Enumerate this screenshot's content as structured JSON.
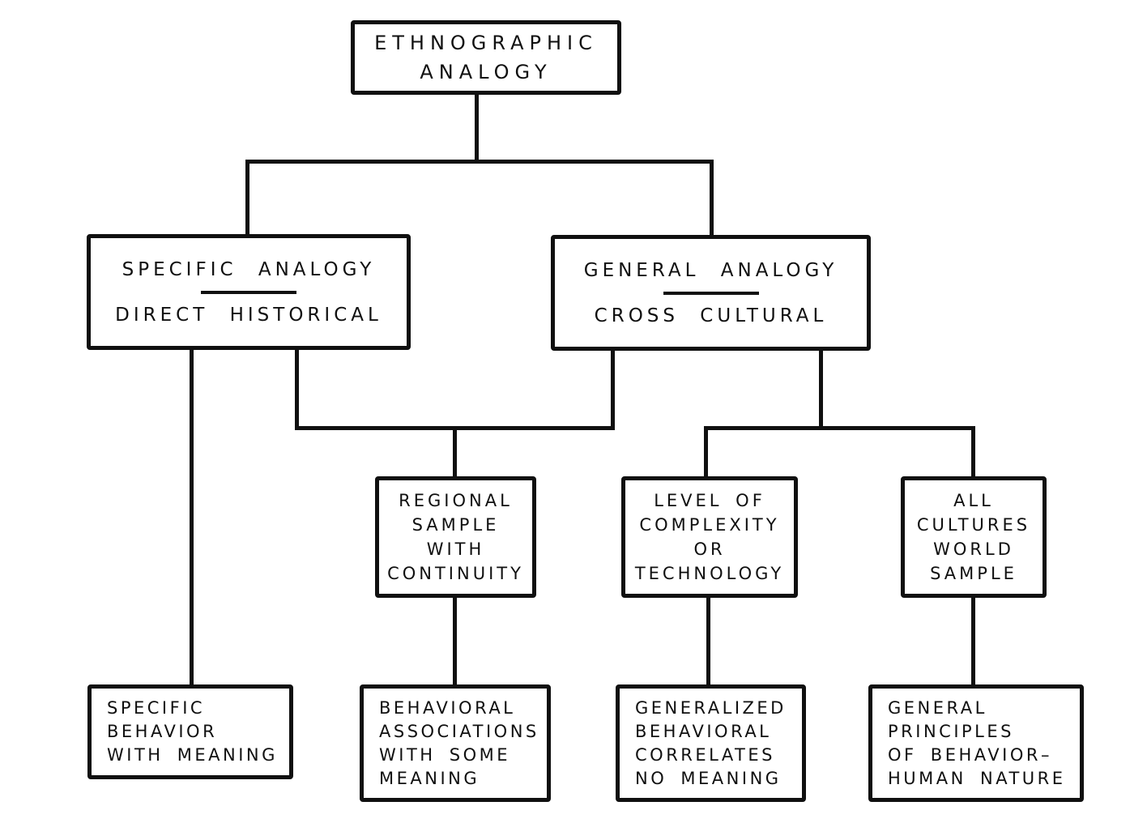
{
  "figure": {
    "type": "flowchart",
    "background": "#ffffff",
    "ink": "#101010",
    "root_label": "ETHNOGRAPHIC ANALOGY"
  },
  "nodes": [
    {
      "id": "ethnographic-analogy",
      "lines": [
        "ETHNOGRAPHIC",
        "ANALOGY"
      ]
    },
    {
      "id": "specific-analogy-direct-historical",
      "divider": true,
      "lines": [
        "SPECIFIC ANALOGY",
        "DIRECT HISTORICAL"
      ]
    },
    {
      "id": "general-analogy-cross-cultural",
      "divider": true,
      "lines": [
        "GENERAL ANALOGY",
        "CROSS CULTURAL"
      ]
    },
    {
      "id": "regional-sample-with-continuity",
      "lines": [
        "REGIONAL",
        "SAMPLE",
        "WITH",
        "CONTINUITY"
      ]
    },
    {
      "id": "level-of-complexity-or-technology",
      "lines": [
        "LEVEL OF",
        "COMPLEXITY",
        "OR",
        "TECHNOLOGY"
      ]
    },
    {
      "id": "all-cultures-world-sample",
      "lines": [
        "ALL",
        "CULTURES",
        "WORLD",
        "SAMPLE"
      ]
    },
    {
      "id": "specific-behavior-with-meaning",
      "lines": [
        "SPECIFIC",
        "BEHAVIOR",
        "WITH MEANING"
      ]
    },
    {
      "id": "behavioral-associations-with-some-meaning",
      "lines": [
        "BEHAVIORAL",
        "ASSOCIATIONS",
        "WITH SOME",
        "MEANING"
      ]
    },
    {
      "id": "generalized-behavioral-correlates-no-meaning",
      "lines": [
        "GENERALIZED",
        "BEHAVIORAL",
        "CORRELATES",
        "NO MEANING"
      ]
    },
    {
      "id": "general-principles-of-behavior-human-nature",
      "lines": [
        "GENERAL",
        "PRINCIPLES",
        "OF BEHAVIOR–",
        "HUMAN NATURE"
      ]
    }
  ],
  "edges": [
    {
      "from": "ethnographic-analogy",
      "to": "specific-analogy-direct-historical"
    },
    {
      "from": "ethnographic-analogy",
      "to": "general-analogy-cross-cultural"
    },
    {
      "from": "specific-analogy-direct-historical",
      "to": "specific-behavior-with-meaning"
    },
    {
      "from": "specific-analogy-direct-historical",
      "to": "regional-sample-with-continuity"
    },
    {
      "from": "general-analogy-cross-cultural",
      "to": "regional-sample-with-continuity"
    },
    {
      "from": "general-analogy-cross-cultural",
      "to": "level-of-complexity-or-technology"
    },
    {
      "from": "general-analogy-cross-cultural",
      "to": "all-cultures-world-sample"
    },
    {
      "from": "regional-sample-with-continuity",
      "to": "behavioral-associations-with-some-meaning"
    },
    {
      "from": "level-of-complexity-or-technology",
      "to": "generalized-behavioral-correlates-no-meaning"
    },
    {
      "from": "all-cultures-world-sample",
      "to": "general-principles-of-behavior-human-nature"
    }
  ]
}
